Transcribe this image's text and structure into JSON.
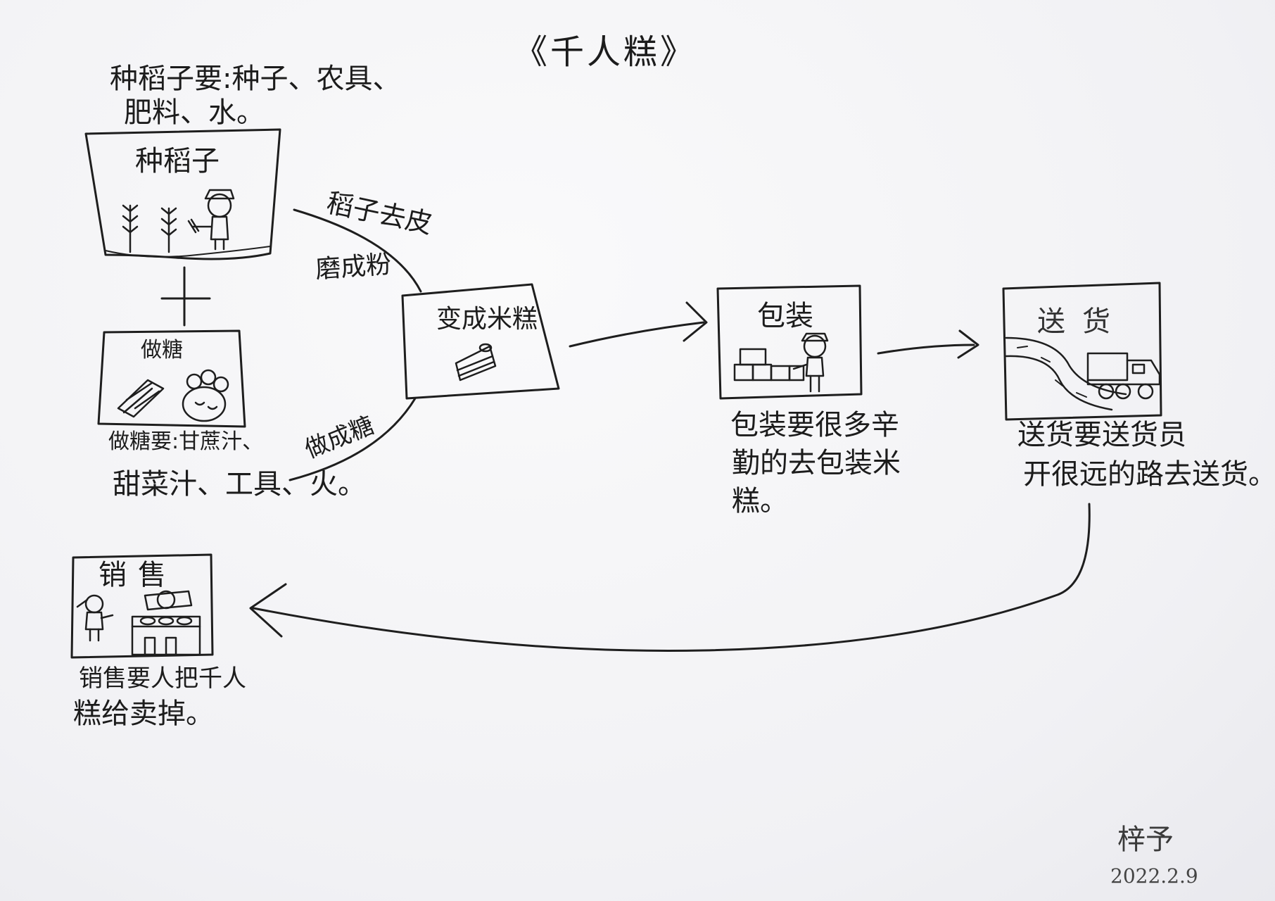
{
  "title": "《千人糕》",
  "notes": {
    "seed_req_line1": "种稻子要:种子、农具、",
    "seed_req_line2": "肥料、水。",
    "sugar_req_line1": "做糖要:甘蔗汁、",
    "sugar_req_line2": "甜菜汁、工具、火。",
    "pack_line1": "包装要很多辛",
    "pack_line2": "勤的去包装米",
    "pack_line3": "糕。",
    "ship_line1": "送货要送货员",
    "ship_line2": "开很远的路去送货。",
    "sell_line1": "销售要人把千人",
    "sell_line2": "糕给卖掉。"
  },
  "boxes": {
    "seed": "种稻子",
    "sugar": "做糖",
    "cake": "变成米糕",
    "pack": "包装",
    "ship": "送货",
    "sell": "销售"
  },
  "edges": {
    "husk": "稻子去皮",
    "grind": "磨成粉",
    "make_sugar": "做成糖"
  },
  "connector_plus": "+",
  "signature": "梓予",
  "date": "2022.2.9"
}
